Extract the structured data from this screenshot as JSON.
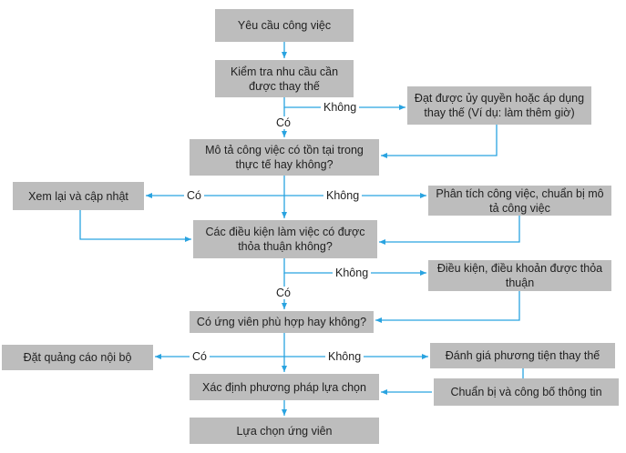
{
  "flowchart": {
    "boxes": {
      "request": "Yêu cầu công việc",
      "check_need": "Kiểm tra nhu cầu cần được thay thế",
      "authorized": "Đạt được ủy quyền hoặc áp dụng thay thế (Ví dụ: làm thêm giờ)",
      "job_desc_exists": "Mô tả công việc có tồn tại trong thực tế hay không?",
      "review_update": "Xem lại và cập nhật",
      "job_analysis": "Phân tích công việc, chuẩn bị mô tả công việc",
      "conditions_agreed": "Các điều kiện làm việc có được thỏa thuận không?",
      "terms_agreed": "Điều kiện, điều khoản được thỏa thuận",
      "candidate_fit": "Có ứng viên phù hợp hay không?",
      "internal_ad": "Đặt quảng cáo nội bộ",
      "evaluate_alt": "Đánh giá phương tiện thay thế",
      "selection_method": "Xác định phương pháp lựa chọn",
      "prepare_publish": "Chuẩn bị và công bố thông tin",
      "select_candidate": "Lựa chọn ứng viên"
    },
    "labels": {
      "no_1": "Không",
      "yes_1": "Có",
      "yes_2": "Có",
      "no_2": "Không",
      "no_3": "Không",
      "yes_3": "Có",
      "yes_4": "Có",
      "no_4": "Không"
    },
    "colors": {
      "box_fill": "#bdbdbd",
      "connector": "#29a3e0"
    }
  }
}
